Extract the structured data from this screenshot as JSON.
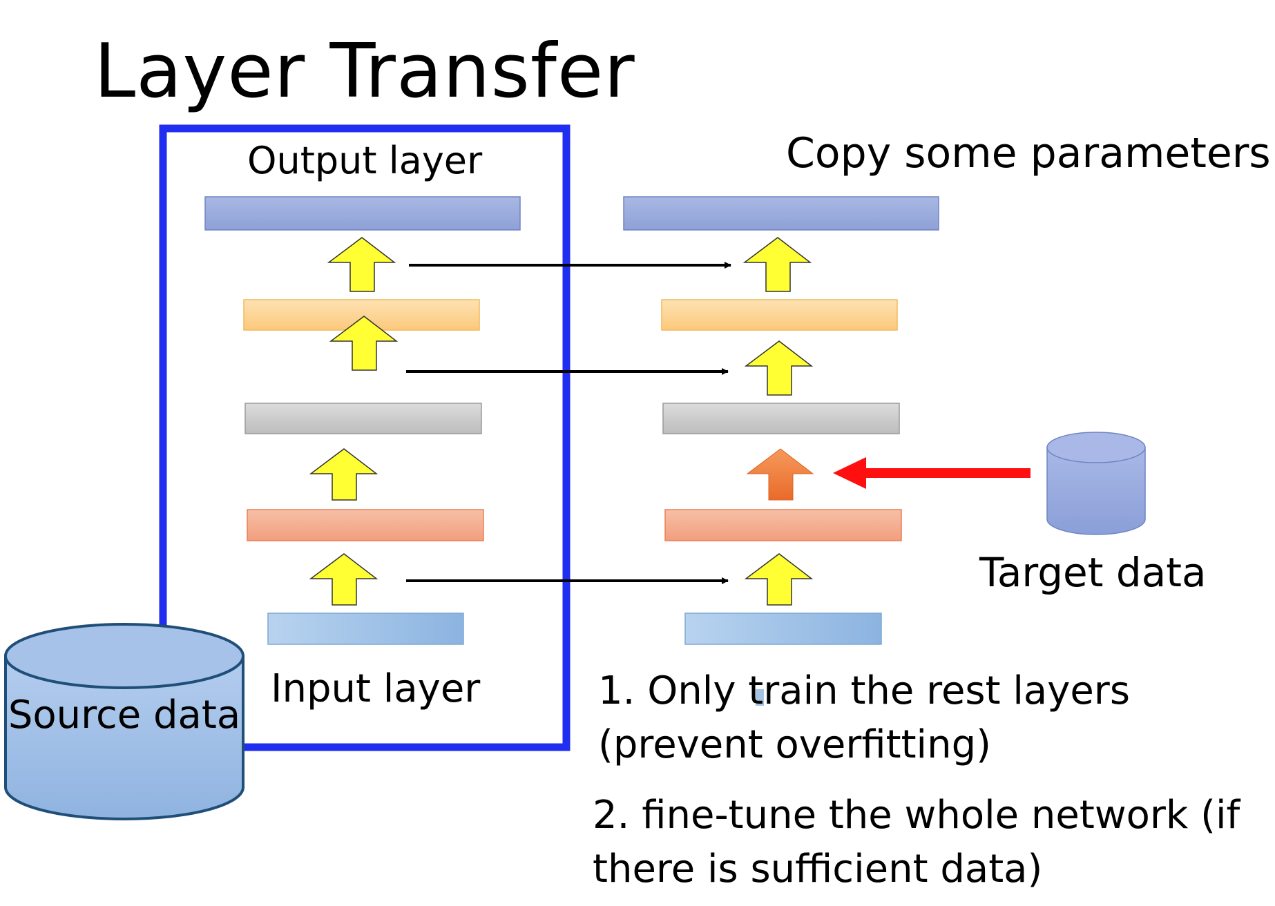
{
  "title": "Layer Transfer",
  "source_model": {
    "output_label": "Output layer",
    "input_label": "Input layer"
  },
  "target_model": {
    "copy_label": "Copy some parameters"
  },
  "source_data": {
    "label": "Source data"
  },
  "target_data": {
    "label": "Target data"
  },
  "notes": [
    "1. Only train the rest layers (prevent overfitting)",
    "2. fine-tune the whole network (if there is sufficient data)"
  ],
  "colors": {
    "frame": "#1f2ef0",
    "layer_output": "#97a7d8",
    "layer_orange": "#fcd08f",
    "layer_gray": "#c8c8c8",
    "layer_salmon": "#f4a889",
    "layer_input": "#9ec1e6",
    "up_arrow": "#ffff33",
    "trained_arrow": "#f07e3a",
    "red_arrow": "#ff0f0f",
    "database": "#a3bfe6"
  }
}
